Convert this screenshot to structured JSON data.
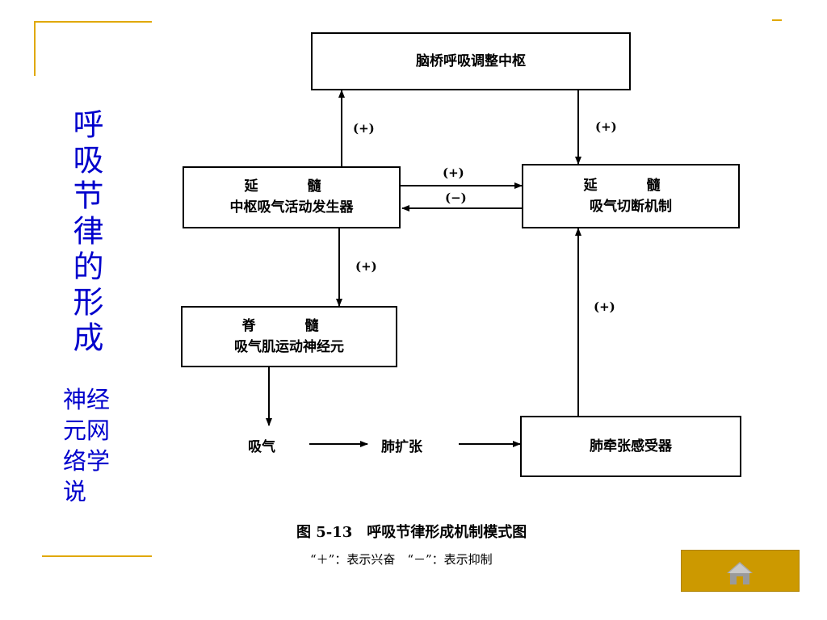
{
  "side": {
    "title": "呼吸节律的形成",
    "subtitle_lines": [
      "神经",
      "元网",
      "络学",
      "说"
    ]
  },
  "diagram": {
    "pons": "脑桥呼吸调整中枢",
    "medulla_gen_line1": "延　髓",
    "medulla_gen_line2": "中枢吸气活动发生器",
    "medulla_off_line1": "延　髓",
    "medulla_off_line2": "吸气切断机制",
    "spinal_line1": "脊　髓",
    "spinal_line2": "吸气肌运动神经元",
    "inspire": "吸气",
    "lung_expand": "肺扩张",
    "receptor": "肺牵张感受器",
    "sign_pos": "(+)",
    "sign_neg": "(−)"
  },
  "caption": {
    "line1": "图 5-13　呼吸节律形成机制模式图",
    "line2": "“＋”：表示兴奋　“－”：表示抑制"
  },
  "nav": {
    "home_icon": "home-icon"
  },
  "colors": {
    "accent": "#e0a800",
    "title": "#0000cc",
    "button": "#cc9900"
  }
}
